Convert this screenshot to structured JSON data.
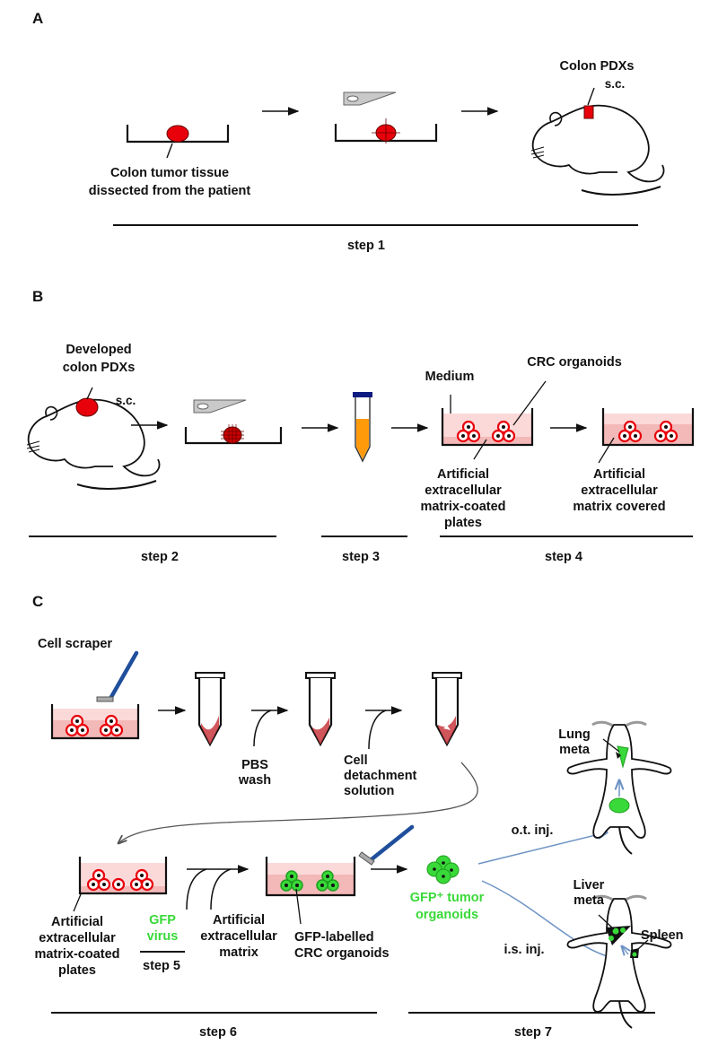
{
  "panels": {
    "A": {
      "label": "A",
      "tumor_label": [
        "Colon tumor tissue",
        "dissected from the patient"
      ],
      "pdx_label": "Colon PDXs",
      "sc_label": "s.c.",
      "step": "step 1"
    },
    "B": {
      "label": "B",
      "pdx_label": [
        "Developed",
        "colon PDXs"
      ],
      "sc_label": "s.c.",
      "medium_label": "Medium",
      "organoids_label": "CRC organoids",
      "coated_label": [
        "Artificial",
        "extracellular",
        "matrix-coated",
        "plates"
      ],
      "covered_label": [
        "Artificial",
        "extracellular",
        "matrix covered"
      ],
      "steps": [
        "step 2",
        "step 3",
        "step 4"
      ]
    },
    "C": {
      "label": "C",
      "scraper_label": "Cell scraper",
      "pbs_label": [
        "PBS",
        "wash"
      ],
      "detach_label": [
        "Cell",
        "detachment",
        "solution"
      ],
      "coated_label": [
        "Artificial",
        "extracellular",
        "matrix-coated",
        "plates"
      ],
      "gfp_virus_label": [
        "GFP",
        "virus"
      ],
      "ecm_label": [
        "Artificial",
        "extracellular",
        "matrix"
      ],
      "gfp_organoids_label": [
        "GFP-labelled",
        "CRC organoids"
      ],
      "gfp_tumor_label": [
        "GFP⁺ tumor",
        "organoids"
      ],
      "ot_label": "o.t. inj.",
      "is_label": "i.s. inj.",
      "lung_label": [
        "Lung",
        "meta"
      ],
      "liver_label": [
        "Liver",
        "meta"
      ],
      "spleen_label": "Spleen",
      "steps": [
        "step 5",
        "step 6",
        "step 7"
      ]
    }
  },
  "colors": {
    "tumor_red": "#e8000b",
    "medium_pink": "#fbd9d9",
    "matrix_pink": "#f3b8b8",
    "tube_orange": "#ff9a0a",
    "cap_navy": "#0d1a80",
    "gfp_green": "#39d939",
    "scraper_blue": "#1f4f9c",
    "arrow_blue": "#6d93c4"
  }
}
